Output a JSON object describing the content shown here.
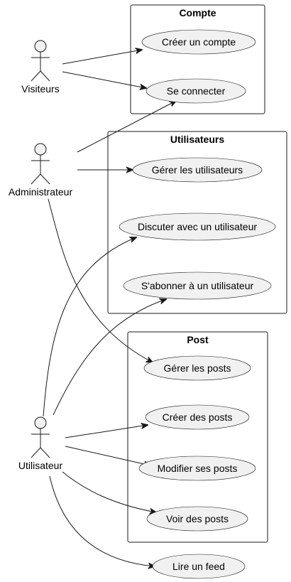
{
  "packages": {
    "compte": {
      "title": "Compte"
    },
    "utilisateurs": {
      "title": "Utilisateurs"
    },
    "post": {
      "title": "Post"
    }
  },
  "actors": {
    "visiteurs": "Visiteurs",
    "administrateur": "Administrateur",
    "utilisateur": "Utilisateur"
  },
  "usecases": {
    "creer_compte": "Créer un compte",
    "se_connecter": "Se connecter",
    "gerer_utilisateurs": "Gérer les utilisateurs",
    "discuter": "Discuter avec un utilisateur",
    "abonner": "S'abonner à un utilisateur",
    "gerer_posts": "Gérer les posts",
    "creer_posts": "Créer des posts",
    "modifier_posts": "Modifier ses posts",
    "voir_posts": "Voir des posts",
    "lire_feed": "Lire un feed"
  },
  "relations": [
    {
      "from": "Visiteurs",
      "to": "Créer un compte"
    },
    {
      "from": "Visiteurs",
      "to": "Se connecter"
    },
    {
      "from": "Administrateur",
      "to": "Se connecter"
    },
    {
      "from": "Administrateur",
      "to": "Gérer les utilisateurs"
    },
    {
      "from": "Administrateur",
      "to": "Gérer les posts"
    },
    {
      "from": "Utilisateur",
      "to": "Discuter avec un utilisateur"
    },
    {
      "from": "Utilisateur",
      "to": "S'abonner à un utilisateur"
    },
    {
      "from": "Utilisateur",
      "to": "Créer des posts"
    },
    {
      "from": "Utilisateur",
      "to": "Modifier ses posts"
    },
    {
      "from": "Utilisateur",
      "to": "Voir des posts"
    },
    {
      "from": "Utilisateur",
      "to": "Lire un feed"
    }
  ]
}
